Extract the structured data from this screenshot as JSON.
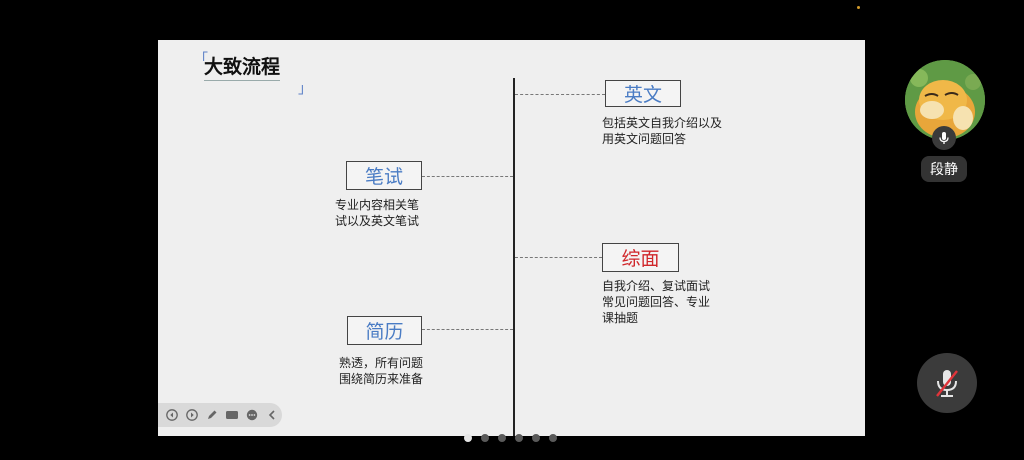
{
  "slide": {
    "title": "大致流程",
    "bracket_open": "「",
    "bracket_close": "」",
    "steps": [
      {
        "label": "英文",
        "desc_lines": [
          "包括英文自我介绍以及",
          "用英文问题回答"
        ]
      },
      {
        "label": "笔试",
        "desc_lines": [
          "专业内容相关笔",
          "试以及英文笔试"
        ]
      },
      {
        "label": "综面",
        "desc_lines": [
          "自我介绍、复试面试",
          "常见问题回答、专业",
          "课抽题"
        ],
        "color": "#d0262a"
      },
      {
        "label": "简历",
        "desc_lines": [
          "熟透，所有问题",
          "围绕简历来准备"
        ]
      }
    ]
  },
  "toolbar": {
    "icons": [
      "prev-icon",
      "next-icon",
      "pen-icon",
      "video-icon",
      "more-icon",
      "collapse-icon"
    ]
  },
  "pagination": {
    "pages": 6,
    "current": 1
  },
  "participant": {
    "name": "段静"
  },
  "colors": {
    "accent_blue": "#4a7cc4",
    "accent_red": "#d0262a",
    "background": "#000000"
  }
}
